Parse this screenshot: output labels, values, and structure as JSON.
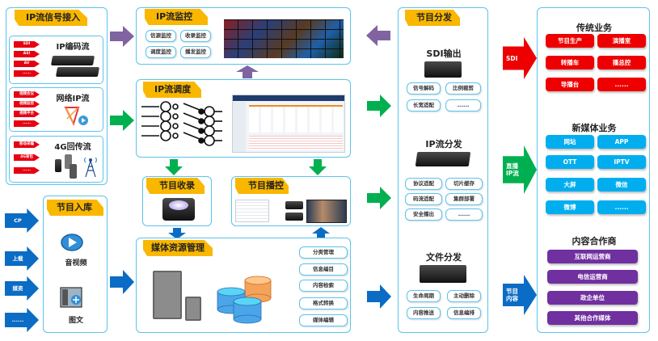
{
  "ip_access": {
    "title": "IP流信号接入",
    "encoder": {
      "title": "IP编码流",
      "inputs": [
        "SDI",
        "ASI",
        "AV",
        "......"
      ]
    },
    "network": {
      "title": "网络IP流",
      "inputs": [
        "视频会议",
        "视频监控",
        "视频平台",
        "......"
      ]
    },
    "mobile": {
      "title": "4G回传流",
      "inputs": [
        "移动采编",
        "4G背包",
        "......"
      ]
    }
  },
  "ingest": {
    "title": "节目入库",
    "inputs": [
      "CP",
      "上载",
      "媒资",
      "......"
    ],
    "items": [
      "音视频",
      "图文"
    ]
  },
  "monitor": {
    "title": "IP流监控",
    "items": [
      "信源监控",
      "收录监控",
      "调度监控",
      "播发监控"
    ]
  },
  "dispatch": {
    "title": "IP流调度"
  },
  "record": {
    "title": "节目收录"
  },
  "playout": {
    "title": "节目播控"
  },
  "mam": {
    "title": "媒体资源管理",
    "items": [
      "分类管理",
      "信息编目",
      "内容检索",
      "格式转换",
      "媒体编辑"
    ]
  },
  "distribution": {
    "title": "节目分发",
    "sdi": {
      "title": "SDI输出",
      "items": [
        "信号解码",
        "比例裁剪",
        "长宽适配",
        "......"
      ]
    },
    "ip": {
      "title": "IP流分发",
      "items": [
        "协议适配",
        "切片缓存",
        "码流适配",
        "集群部署",
        "安全播出",
        "......"
      ]
    },
    "file": {
      "title": "文件分发",
      "items": [
        "生命周期",
        "主动删除",
        "内容推送",
        "信息编排"
      ]
    }
  },
  "outputs": {
    "sdi_label": "SDI",
    "ip_label_1": "直播",
    "ip_label_2": "IP流",
    "content_label_1": "节目",
    "content_label_2": "内容"
  },
  "business": {
    "traditional": {
      "title": "传统业务",
      "items": [
        "节目生产",
        "演播室",
        "转播车",
        "播总控",
        "导播台",
        "......"
      ]
    },
    "new_media": {
      "title": "新媒体业务",
      "items": [
        "网站",
        "APP",
        "OTT",
        "IPTV",
        "大屏",
        "微信",
        "微博",
        "......"
      ]
    },
    "partners": {
      "title": "内容合作商",
      "items": [
        "互联网运营商",
        "电信运营商",
        "政企单位",
        "其他合作媒体"
      ]
    }
  },
  "colors": {
    "panel_border": "#5bc4ec",
    "tag": "#f9b700",
    "red": "#ee0000",
    "cyan": "#00aeef",
    "purple": "#7030a0",
    "arrow_purple": "#8064a2",
    "arrow_green": "#00b050",
    "arrow_blue": "#0a6cc4"
  }
}
